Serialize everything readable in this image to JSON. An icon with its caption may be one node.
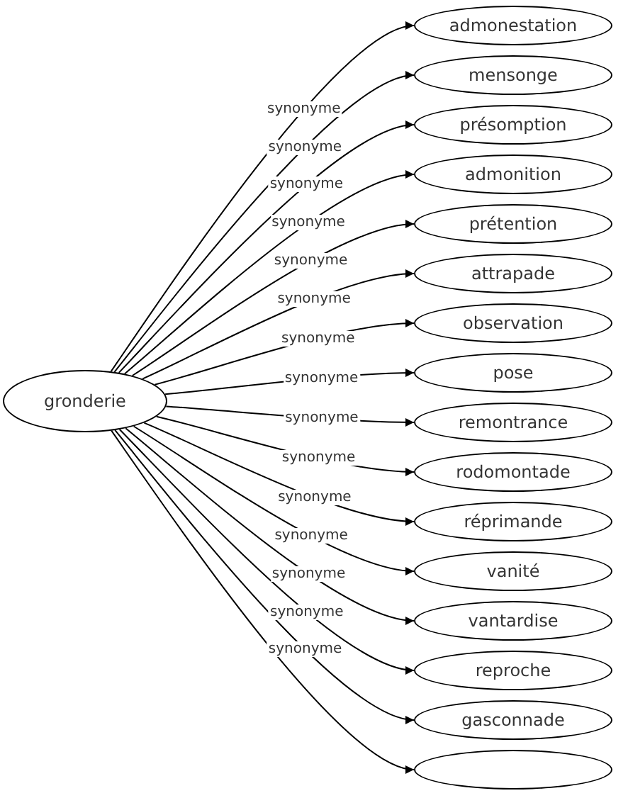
{
  "diagram": {
    "nodes": [
      {
        "text": [
          "gronderie"
        ]
      },
      {
        "text": [
          "admonestation"
        ]
      },
      {
        "text": [
          "mensonge"
        ]
      },
      {
        "text": [
          "présomption"
        ]
      },
      {
        "text": [
          "admonition"
        ]
      },
      {
        "text": [
          "prétention"
        ]
      },
      {
        "text": [
          "attrapade"
        ]
      },
      {
        "text": [
          "observation"
        ]
      },
      {
        "text": [
          "pose"
        ]
      },
      {
        "text": [
          "remontrance"
        ]
      },
      {
        "text": [
          "rodomontade"
        ]
      },
      {
        "text": [
          "réprimande"
        ]
      },
      {
        "text": [
          "vanité"
        ]
      },
      {
        "text": [
          "vantardise"
        ]
      },
      {
        "text": [
          "reproche"
        ]
      },
      {
        "text": [
          "gasconnade"
        ]
      },
      {
        "text": [],
        "shape": "ellipse"
      }
    ],
    "edges": [
      {
        "from": 0,
        "to": 1,
        "arrow": "to",
        "label": "synonyme"
      },
      {
        "from": 0,
        "to": 2,
        "arrow": "to",
        "label": "synonyme"
      },
      {
        "from": 0,
        "to": 3,
        "arrow": "to",
        "label": "synonyme"
      },
      {
        "from": 0,
        "to": 4,
        "arrow": "to",
        "label": "synonyme"
      },
      {
        "from": 0,
        "to": 5,
        "arrow": "to",
        "label": "synonyme"
      },
      {
        "from": 0,
        "to": 6,
        "arrow": "to",
        "label": "synonyme"
      },
      {
        "from": 0,
        "to": 7,
        "arrow": "to",
        "label": "synonyme"
      },
      {
        "from": 0,
        "to": 8,
        "arrow": "to",
        "label": "synonyme"
      },
      {
        "from": 0,
        "to": 9,
        "arrow": "to",
        "label": "synonyme"
      },
      {
        "from": 0,
        "to": 10,
        "arrow": "to",
        "label": "synonyme"
      },
      {
        "from": 0,
        "to": 11,
        "arrow": "to",
        "label": "synonyme"
      },
      {
        "from": 0,
        "to": 12,
        "arrow": "to",
        "label": "synonyme"
      },
      {
        "from": 0,
        "to": 13,
        "arrow": "to",
        "label": "synonyme"
      },
      {
        "from": 0,
        "to": 14,
        "arrow": "to",
        "label": "synonyme"
      },
      {
        "from": 0,
        "to": 15,
        "arrow": "to",
        "label": "synonyme"
      },
      {
        "from": 0,
        "to": 16,
        "arrow": "to"
      }
    ]
  }
}
